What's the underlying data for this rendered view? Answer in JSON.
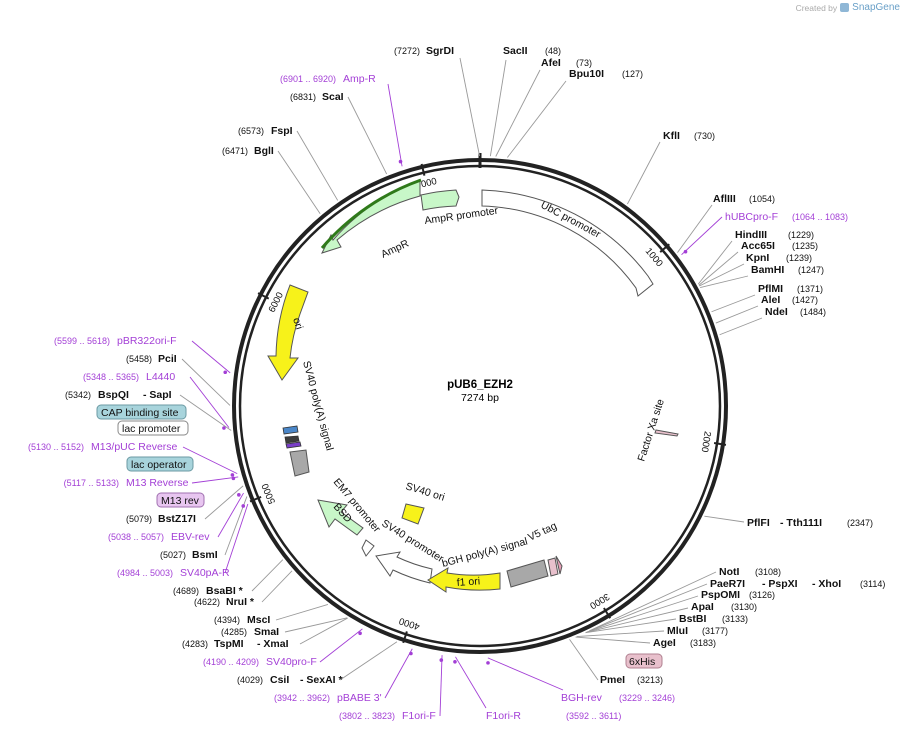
{
  "credit": {
    "created_by": "Created by",
    "brand": "SnapGene"
  },
  "plasmid": {
    "name": "pUB6_EZH2",
    "size_label": "7274 bp",
    "length": 7274
  },
  "ticks": [
    {
      "pos": 1000,
      "label": "1000"
    },
    {
      "pos": 2000,
      "label": "2000"
    },
    {
      "pos": 3000,
      "label": "3000"
    },
    {
      "pos": 4000,
      "label": "4000"
    },
    {
      "pos": 5000,
      "label": "5000"
    },
    {
      "pos": 6000,
      "label": "6000"
    },
    {
      "pos": 7000,
      "label": "7000"
    }
  ],
  "sites": [
    {
      "name": "SgrDI",
      "pos_label": "(7272)",
      "pos": 7272
    },
    {
      "name": "SacII",
      "pos_label": "(48)",
      "pos": 48
    },
    {
      "name": "AfeI",
      "pos_label": "(73)",
      "pos": 73
    },
    {
      "name": "Bpu10I",
      "pos_label": "(127)",
      "pos": 127
    },
    {
      "name": "KflI",
      "pos_label": "(730)",
      "pos": 730
    },
    {
      "name": "AflIII",
      "pos_label": "(1054)",
      "pos": 1054
    },
    {
      "name": "HindIII",
      "pos_label": "(1229)",
      "pos": 1229
    },
    {
      "name": "Acc65I",
      "pos_label": "(1235)",
      "pos": 1235
    },
    {
      "name": "KpnI",
      "pos_label": "(1239)",
      "pos": 1239
    },
    {
      "name": "BamHI",
      "pos_label": "(1247)",
      "pos": 1247
    },
    {
      "name": "PflMI",
      "pos_label": "(1371)",
      "pos": 1371
    },
    {
      "name": "AleI",
      "pos_label": "(1427)",
      "pos": 1427
    },
    {
      "name": "NdeI",
      "pos_label": "(1484)",
      "pos": 1484
    },
    {
      "name": "PflFI",
      "name2": "- Tth111I",
      "pos_label": "(2347)",
      "pos": 2347
    },
    {
      "name": "NotI",
      "pos_label": "(3108)",
      "pos": 3108
    },
    {
      "name": "PaeR7I",
      "name2": "- PspXI",
      "name3": "- XhoI",
      "pos_label": "(3114)",
      "pos": 3114
    },
    {
      "name": "PspOMI",
      "pos_label": "(3126)",
      "pos": 3126
    },
    {
      "name": "ApaI",
      "pos_label": "(3130)",
      "pos": 3130
    },
    {
      "name": "BstBI",
      "pos_label": "(3133)",
      "pos": 3133
    },
    {
      "name": "MluI",
      "pos_label": "(3177)",
      "pos": 3177
    },
    {
      "name": "AgeI",
      "pos_label": "(3183)",
      "pos": 3183
    },
    {
      "name": "PmeI",
      "pos_label": "(3213)",
      "pos": 3213
    },
    {
      "name": "CsiI",
      "name2": "- SexAI *",
      "pos_label": "(4029)",
      "pos": 4029
    },
    {
      "name": "TspMI",
      "name2": "- XmaI",
      "pos_label": "(4283)",
      "pos": 4283
    },
    {
      "name": "SmaI",
      "pos_label": "(4285)",
      "pos": 4285
    },
    {
      "name": "MscI",
      "pos_label": "(4394)",
      "pos": 4394
    },
    {
      "name": "NruI *",
      "pos_label": "(4622)",
      "pos": 4622
    },
    {
      "name": "BsaBI *",
      "pos_label": "(4689)",
      "pos": 4689
    },
    {
      "name": "BsmI",
      "pos_label": "(5027)",
      "pos": 5027
    },
    {
      "name": "BstZ17I",
      "pos_label": "(5079)",
      "pos": 5079
    },
    {
      "name": "BspQI",
      "name2": "- SapI",
      "pos_label": "(5342)",
      "pos": 5342
    },
    {
      "name": "PciI",
      "pos_label": "(5458)",
      "pos": 5458
    },
    {
      "name": "BglI",
      "pos_label": "(6471)",
      "pos": 6471
    },
    {
      "name": "FspI",
      "pos_label": "(6573)",
      "pos": 6573
    },
    {
      "name": "ScaI",
      "pos_label": "(6831)",
      "pos": 6831
    }
  ],
  "primers": [
    {
      "name": "Amp-R",
      "range": "(6901 .. 6920)",
      "pos": 6910
    },
    {
      "name": "hUBCpro-F",
      "range": "(1064 .. 1083)",
      "pos": 1073
    },
    {
      "name": "pBR322ori-F",
      "range": "(5599 .. 5618)",
      "pos": 5608
    },
    {
      "name": "L4440",
      "range": "(5348 .. 5365)",
      "pos": 5356
    },
    {
      "name": "M13/pUC Reverse",
      "range": "(5130 .. 5152)",
      "pos": 5141
    },
    {
      "name": "M13 Reverse",
      "range": "(5117 .. 5133)",
      "pos": 5125
    },
    {
      "name": "EBV-rev",
      "range": "(5038 .. 5057)",
      "pos": 5047
    },
    {
      "name": "SV40pA-R",
      "range": "(4984 .. 5003)",
      "pos": 4993
    },
    {
      "name": "SV40pro-F",
      "range": "(4190 .. 4209)",
      "pos": 4199
    },
    {
      "name": "pBABE 3'",
      "range": "(3942 .. 3962)",
      "pos": 3952
    },
    {
      "name": "F1ori-F",
      "range": "(3802 .. 3823)",
      "pos": 3812
    },
    {
      "name": "F1ori-R",
      "range": "",
      "pos": 3750
    },
    {
      "name": "BGH-rev",
      "range": "(3592 .. 3611)",
      "pos": 3601
    },
    {
      "name": "",
      "range": "(3229 .. 3246)",
      "pos": 3237
    }
  ],
  "boxed_features": [
    {
      "name": "CAP binding site",
      "color": "#a8d4dc"
    },
    {
      "name": "lac promoter",
      "color": "#ffffff"
    },
    {
      "name": "lac operator",
      "color": "#a8d4dc"
    },
    {
      "name": "M13 rev",
      "color": "#e8c6f0"
    },
    {
      "name": "6xHis",
      "color": "#e8c0cc"
    }
  ],
  "features": [
    {
      "name": "UbC promoter",
      "color": "#ffffff"
    },
    {
      "name": "AmpR promoter",
      "color": "#c8f7c8"
    },
    {
      "name": "AmpR",
      "color": "#c8f7c8"
    },
    {
      "name": "ori",
      "color": "#f7f21a"
    },
    {
      "name": "SV40 poly(A) signal",
      "color": "#a8a8a8"
    },
    {
      "name": "EM7 promoter",
      "color": "#ffffff"
    },
    {
      "name": "BSD",
      "color": "#c8f7c8"
    },
    {
      "name": "SV40 ori",
      "color": "#f7f21a"
    },
    {
      "name": "SV40 promoter",
      "color": "#ffffff"
    },
    {
      "name": "f1 ori",
      "color": "#f7f21a"
    },
    {
      "name": "bGH poly(A) signal",
      "color": "#a8a8a8"
    },
    {
      "name": "V5 tag",
      "color": "#e8c0cc"
    },
    {
      "name": "Factor Xa site",
      "color": "#e8c0cc"
    }
  ]
}
